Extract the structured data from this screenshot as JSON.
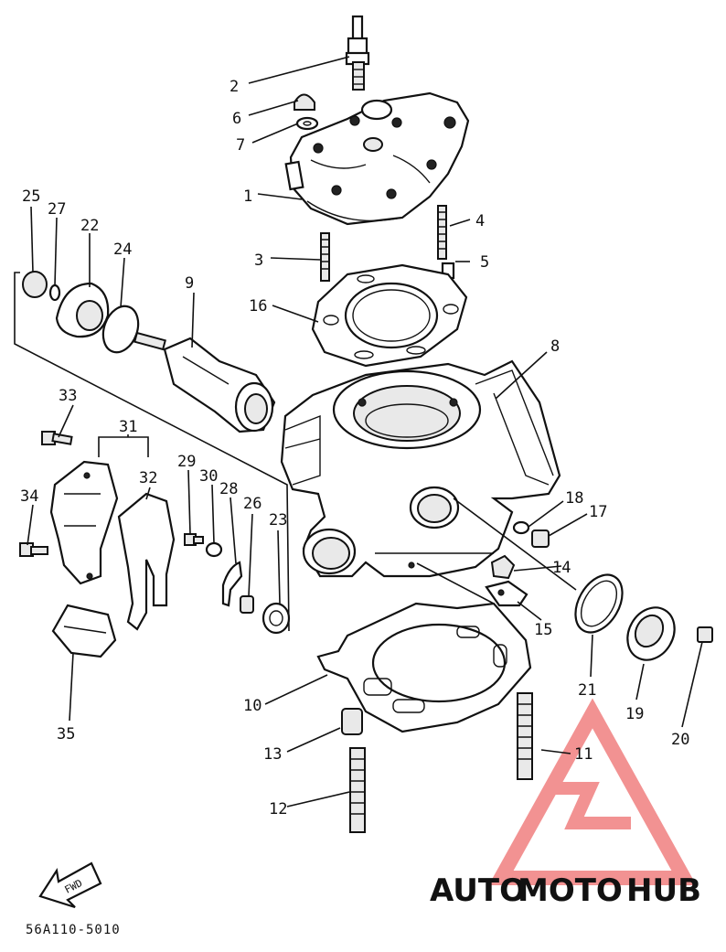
{
  "callouts": [
    {
      "id": "1",
      "label": "1"
    },
    {
      "id": "2",
      "label": "2"
    },
    {
      "id": "3",
      "label": "3"
    },
    {
      "id": "4",
      "label": "4"
    },
    {
      "id": "5",
      "label": "5"
    },
    {
      "id": "6",
      "label": "6"
    },
    {
      "id": "7",
      "label": "7"
    },
    {
      "id": "8",
      "label": "8"
    },
    {
      "id": "9",
      "label": "9"
    },
    {
      "id": "10",
      "label": "10"
    },
    {
      "id": "11",
      "label": "11"
    },
    {
      "id": "12",
      "label": "12"
    },
    {
      "id": "13",
      "label": "13"
    },
    {
      "id": "14",
      "label": "14"
    },
    {
      "id": "15",
      "label": "15"
    },
    {
      "id": "16",
      "label": "16"
    },
    {
      "id": "17",
      "label": "17"
    },
    {
      "id": "18",
      "label": "18"
    },
    {
      "id": "19",
      "label": "19"
    },
    {
      "id": "20",
      "label": "20"
    },
    {
      "id": "21",
      "label": "21"
    },
    {
      "id": "22",
      "label": "22"
    },
    {
      "id": "23",
      "label": "23"
    },
    {
      "id": "24",
      "label": "24"
    },
    {
      "id": "25",
      "label": "25"
    },
    {
      "id": "26",
      "label": "26"
    },
    {
      "id": "27",
      "label": "27"
    },
    {
      "id": "28",
      "label": "28"
    },
    {
      "id": "29",
      "label": "29"
    },
    {
      "id": "30",
      "label": "30"
    },
    {
      "id": "31",
      "label": "31"
    },
    {
      "id": "32",
      "label": "32"
    },
    {
      "id": "33",
      "label": "33"
    },
    {
      "id": "34",
      "label": "34"
    },
    {
      "id": "35",
      "label": "35"
    }
  ],
  "fwd_arrow_text": "FWD",
  "part_number": "56A110-5010",
  "watermark": {
    "auto": "AUTO",
    "moto": "MOTO",
    "hub": "HUB",
    "color_primary": "#f08080",
    "color_secondary": "#ffcc99",
    "color_gray": "#9a9a9a"
  },
  "colors": {
    "ink": "#111111",
    "paper": "#ffffff"
  }
}
